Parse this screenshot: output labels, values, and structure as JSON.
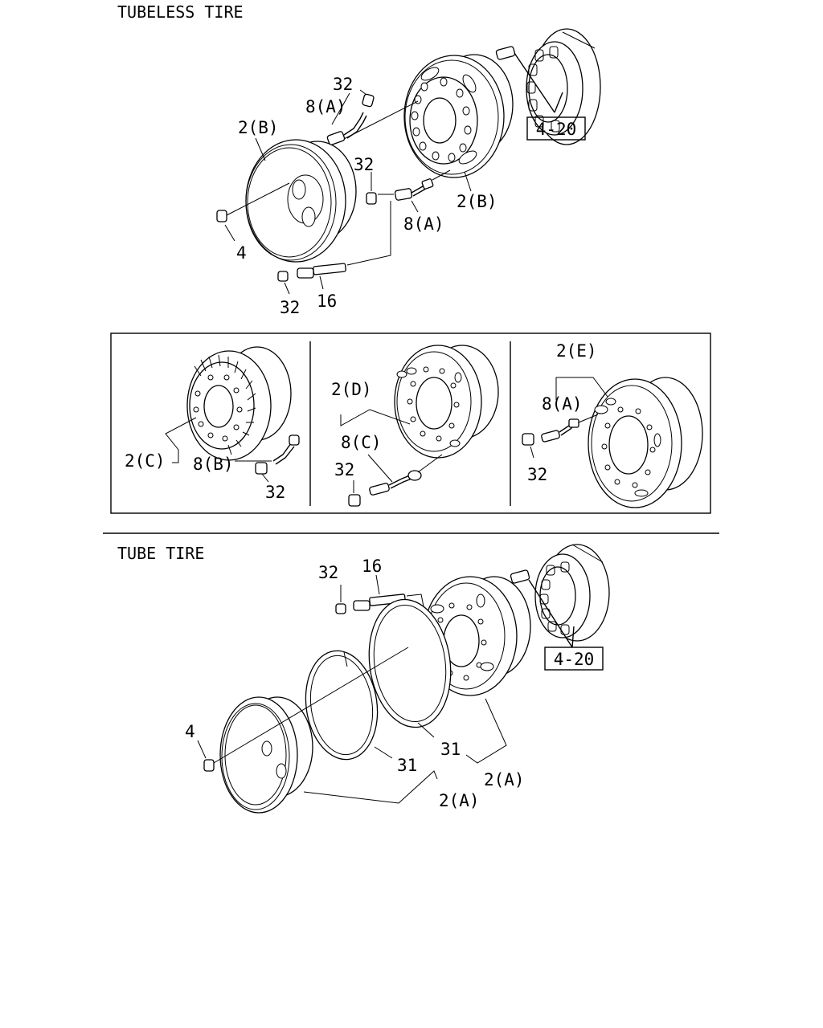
{
  "sections": {
    "tubeless_title": "TUBELESS TIRE",
    "tube_title": "TUBE TIRE"
  },
  "tubeless": {
    "callout_32_top": "32",
    "callout_8a_top": "8(A)",
    "callout_2b_left": "2(B)",
    "callout_32_mid": "32",
    "callout_2b_right": "2(B)",
    "callout_8a_mid": "8(A)",
    "callout_4": "4",
    "callout_32_bottom": "32",
    "callout_16": "16",
    "ref_box": "4-20"
  },
  "variants": {
    "panel1": {
      "wheel": "2(C)",
      "valve": "8(B)",
      "cap": "32"
    },
    "panel2": {
      "wheel": "2(D)",
      "valve": "8(C)",
      "cap": "32"
    },
    "panel3": {
      "wheel": "2(E)",
      "valve": "8(A)",
      "cap": "32"
    }
  },
  "tube": {
    "callout_32": "32",
    "callout_16": "16",
    "callout_4": "4",
    "callout_31_left": "31",
    "callout_31_right": "31",
    "callout_2a_right": "2(A)",
    "callout_2a_left": "2(A)",
    "ref_box": "4-20"
  }
}
